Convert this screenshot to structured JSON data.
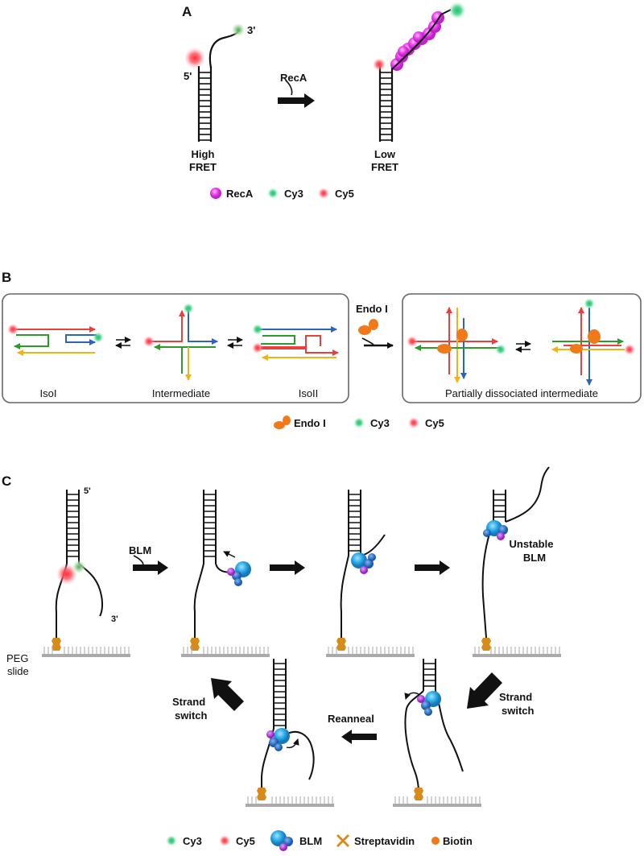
{
  "panel_a": {
    "letter": "A",
    "label_5p": "5'",
    "label_3p": "3'",
    "arrow_label": "RecA",
    "left_caption": [
      "High",
      "FRET"
    ],
    "right_caption": [
      "Low",
      "FRET"
    ],
    "legend": [
      {
        "label": "RecA",
        "color": "#ee44ee"
      },
      {
        "label": "Cy3",
        "color": "#22b87a"
      },
      {
        "label": "Cy5",
        "color": "#ee3344"
      }
    ]
  },
  "panel_b": {
    "letter": "B",
    "state_labels": [
      "IsoI",
      "Intermediate",
      "IsoII"
    ],
    "arrow_label": "Endo I",
    "right_box_label": "Partially dissociated intermediate",
    "legend": [
      {
        "label": "Endo I",
        "color": "#f07a1a"
      },
      {
        "label": "Cy3",
        "color": "#22b87a"
      },
      {
        "label": "Cy5",
        "color": "#ee3344"
      }
    ],
    "strand_colors": {
      "red": "#e8413c",
      "blue": "#2a64c0",
      "green": "#2e9a2e",
      "yellow": "#f2b21a"
    }
  },
  "panel_c": {
    "letter": "C",
    "label_5p": "5'",
    "label_3p": "3'",
    "slide_label": [
      "PEG",
      "slide"
    ],
    "arrow_blm": "BLM",
    "unstable_label": [
      "Unstable",
      "BLM"
    ],
    "strand_switch_right": [
      "Strand",
      "switch"
    ],
    "reanneal": "Reanneal",
    "strand_switch_left": [
      "Strand",
      "switch"
    ],
    "legend": [
      {
        "label": "Cy3",
        "color": "#22b87a"
      },
      {
        "label": "Cy5",
        "color": "#ee3344"
      },
      {
        "label": "BLM",
        "color": "#29a9e6"
      },
      {
        "label": "Streptavidin",
        "color": "#d98b1a"
      },
      {
        "label": "Biotin",
        "color": "#f07a1a"
      }
    ]
  }
}
